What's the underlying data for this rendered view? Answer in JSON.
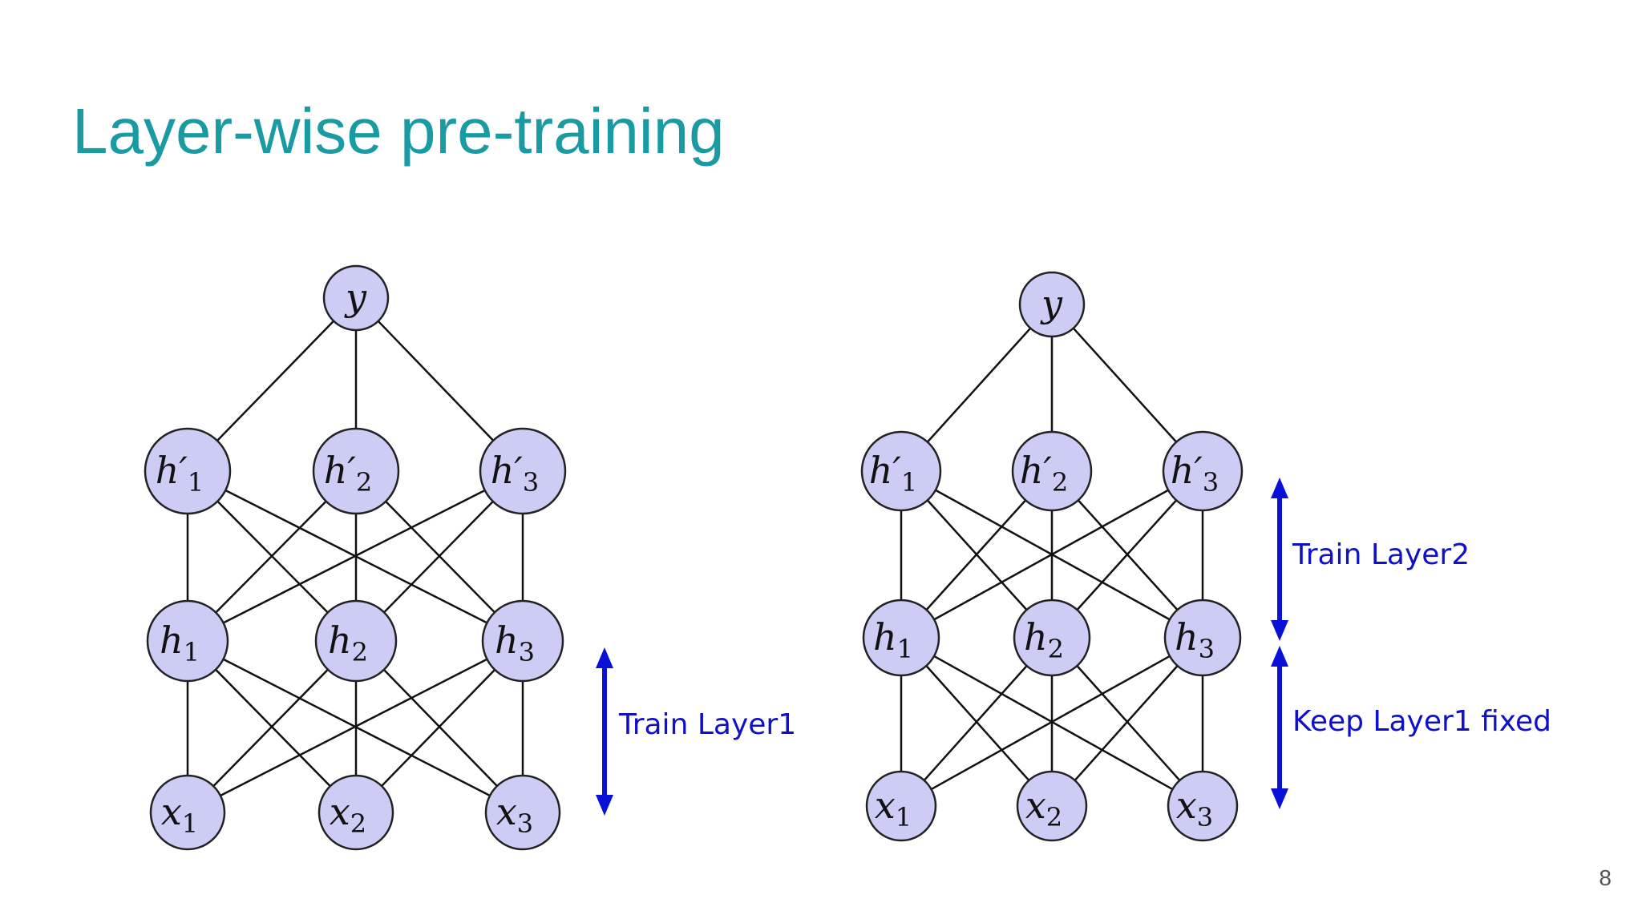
{
  "slide": {
    "title": "Layer-wise pre-training",
    "page_number": "8"
  },
  "diagrams": [
    {
      "nodes": {
        "y": {
          "base": "y",
          "prime": "",
          "sub": ""
        },
        "hp1": {
          "base": "h",
          "prime": "′",
          "sub": "1"
        },
        "hp2": {
          "base": "h",
          "prime": "′",
          "sub": "2"
        },
        "hp3": {
          "base": "h",
          "prime": "′",
          "sub": "3"
        },
        "h1": {
          "base": "h",
          "prime": "",
          "sub": "1"
        },
        "h2": {
          "base": "h",
          "prime": "",
          "sub": "2"
        },
        "h3": {
          "base": "h",
          "prime": "",
          "sub": "3"
        },
        "x1": {
          "base": "x",
          "prime": "",
          "sub": "1"
        },
        "x2": {
          "base": "x",
          "prime": "",
          "sub": "2"
        },
        "x3": {
          "base": "x",
          "prime": "",
          "sub": "3"
        }
      },
      "annotations": [
        "Train Layer1"
      ]
    },
    {
      "nodes": {
        "y": {
          "base": "y",
          "prime": "",
          "sub": ""
        },
        "hp1": {
          "base": "h",
          "prime": "′",
          "sub": "1"
        },
        "hp2": {
          "base": "h",
          "prime": "′",
          "sub": "2"
        },
        "hp3": {
          "base": "h",
          "prime": "′",
          "sub": "3"
        },
        "h1": {
          "base": "h",
          "prime": "",
          "sub": "1"
        },
        "h2": {
          "base": "h",
          "prime": "",
          "sub": "2"
        },
        "h3": {
          "base": "h",
          "prime": "",
          "sub": "3"
        },
        "x1": {
          "base": "x",
          "prime": "",
          "sub": "1"
        },
        "x2": {
          "base": "x",
          "prime": "",
          "sub": "2"
        },
        "x3": {
          "base": "x",
          "prime": "",
          "sub": "3"
        }
      },
      "annotations": [
        "Train Layer2",
        "Keep Layer1 fixed"
      ]
    }
  ],
  "colors": {
    "title": "#1a9aa3",
    "node_fill": "#ccccf5",
    "arrow": "#0a10d6"
  }
}
